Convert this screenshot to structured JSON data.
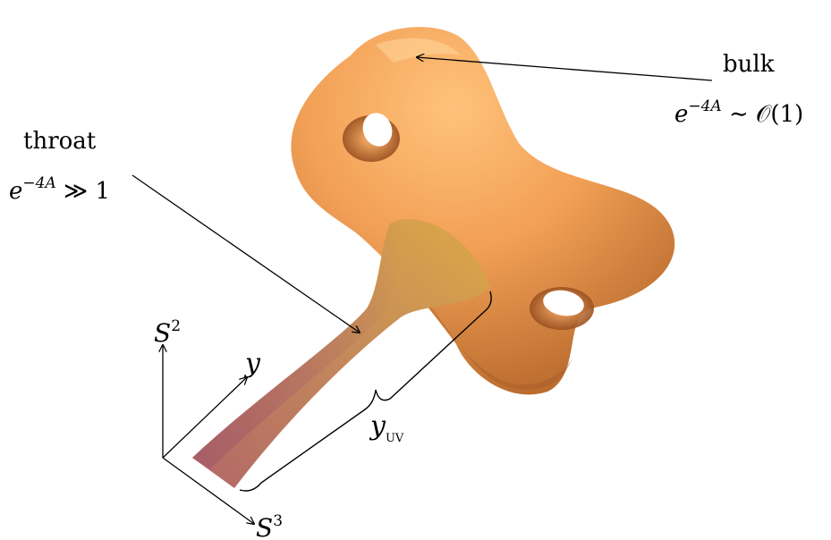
{
  "labels": {
    "bulk": {
      "title": "bulk",
      "eq_base": "e",
      "eq_exp": "−4A",
      "eq_rest": " ∼ 𝒪(1)"
    },
    "throat": {
      "title": "throat",
      "eq_base": "e",
      "eq_exp": "−4A",
      "eq_rest": " ≫ 1"
    },
    "axes": {
      "s2_base": "S",
      "s2_exp": "2",
      "y": "y",
      "s3_base": "S",
      "s3_exp": "3"
    },
    "brace": {
      "base": "y",
      "sub": "UV"
    }
  },
  "colors": {
    "bulk_light": "#ffc27a",
    "bulk_mid": "#f2a056",
    "bulk_dark": "#b4662a",
    "throat_tip": "#b46a66",
    "throat_mouth": "#d8a24a",
    "ink": "#000000"
  }
}
